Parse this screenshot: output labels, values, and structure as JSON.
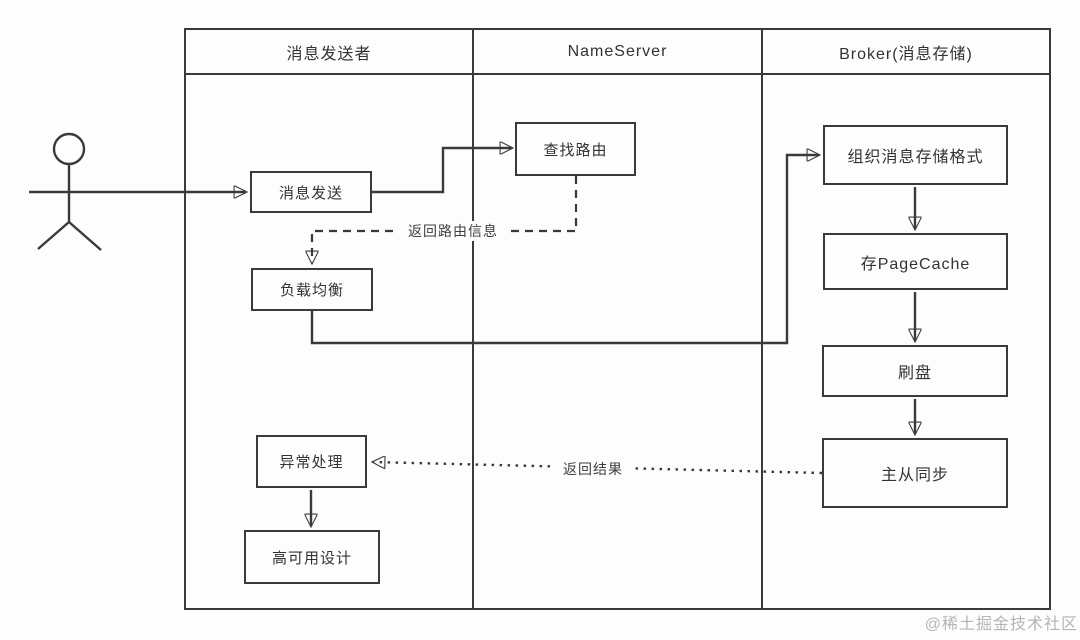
{
  "diagram": {
    "columns": [
      {
        "label": "消息发送者"
      },
      {
        "label": "NameServer"
      },
      {
        "label": "Broker(消息存储)"
      }
    ],
    "nodes": {
      "message_send": "消息发送",
      "find_route": "查找路由",
      "load_balance": "负载均衡",
      "organize_storage_format": "组织消息存储格式",
      "store_page_cache": "存PageCache",
      "flush_disk": "刷盘",
      "master_slave_sync": "主从同步",
      "exception_handling": "异常处理",
      "high_availability_design": "高可用设计"
    },
    "edge_labels": {
      "return_route_info": "返回路由信息",
      "return_result": "返回结果"
    },
    "actor_icon": "stick-figure-person",
    "watermark": "@稀土掘金技术社区",
    "colors": {
      "line": "#3a3a3a",
      "text": "#333333",
      "watermark": "#b5b5b5",
      "background": "#fdfdfd"
    }
  }
}
